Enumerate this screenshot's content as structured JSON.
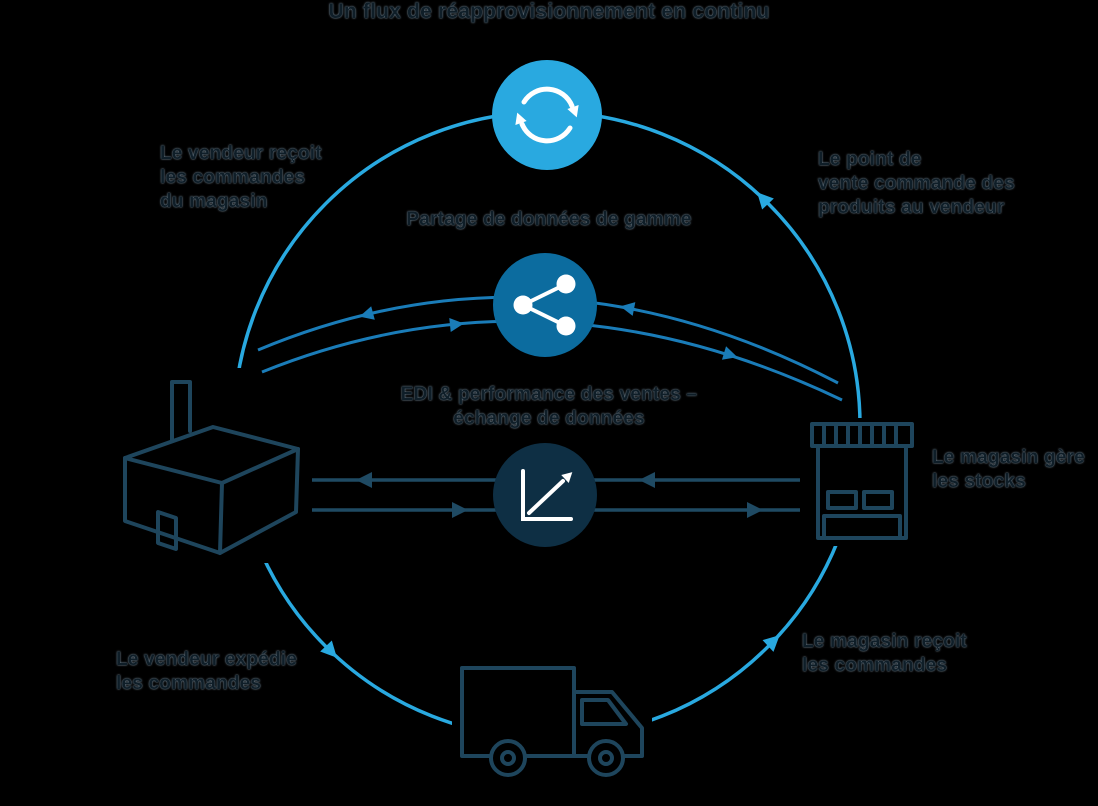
{
  "colors": {
    "background": "#000000",
    "cycle_blue": "#29A9E0",
    "share_blue": "#0C6C9F",
    "chart_navy": "#0E2F44",
    "outline_navy": "#1E455C",
    "arc_blue": "#1A7CB8",
    "straight_navy": "#1F4A63",
    "text": "#0F1E28",
    "glyph_white": "#FFFFFF"
  },
  "labels": {
    "top_title": "Un flux de réapprovisionnement en continu",
    "vendor_receives": {
      "line1": "Le vendeur reçoit",
      "line2": "les commandes",
      "line3": "du magasin"
    },
    "store_orders": {
      "line1": "Le point de",
      "line2": "vente commande des",
      "line3": "produits au vendeur"
    },
    "assortment": "Partage de données de gamme",
    "edi_exchange": {
      "line1": "EDI & performance des ventes –",
      "line2": "échange de données"
    },
    "store_manages": {
      "line1": "Le magasin gère",
      "line2": "les stocks"
    },
    "vendor_ships": {
      "line1": "Le vendeur expédie",
      "line2": "les commandes"
    },
    "store_receives": {
      "line1": "Le magasin reçoit",
      "line2": "les commandes"
    }
  },
  "icons": {
    "sync": "refresh-cycle-icon",
    "share": "share-nodes-icon",
    "chart": "line-chart-icon",
    "factory": "factory-icon",
    "store": "storefront-icon",
    "truck": "delivery-truck-icon"
  }
}
